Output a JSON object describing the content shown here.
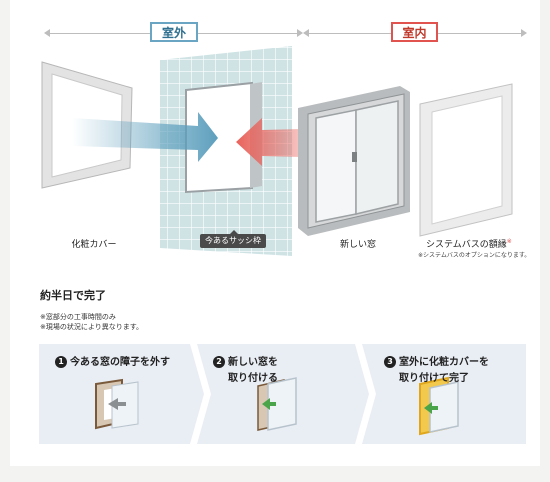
{
  "labels": {
    "outdoor": "室外",
    "indoor": "室内"
  },
  "captions": {
    "cosmetic_cover": "化粧カバー",
    "existing_sash": "今あるサッシ枠",
    "new_window": "新しい窓",
    "system_bath_frame": "システムバスの額縁",
    "system_bath_mark": "※",
    "system_bath_note": "※システムバスのオプションになります。"
  },
  "heading": "約半日で完了",
  "notes": [
    "※窓部分の工事時間のみ",
    "※現場の状況により異なります。"
  ],
  "steps": [
    {
      "number": "1",
      "line1": "今ある窓の障子を外す",
      "line2": ""
    },
    {
      "number": "2",
      "line1": "新しい窓を",
      "line2": "取り付ける"
    },
    {
      "number": "3",
      "line1": "室外に化粧カバーを",
      "line2": "取り付けて完了"
    }
  ],
  "colors": {
    "outdoor_accent": "#6aa6c4",
    "indoor_accent": "#e0534f",
    "outdoor_arrow": "#5d9fbd",
    "indoor_arrow": "#e8635c",
    "step_background": "#e9edf4",
    "tile": "#cfe3e5"
  },
  "icons": {
    "step1": "remove-sash-icon",
    "step2": "install-window-icon",
    "step3": "cover-frame-icon"
  }
}
